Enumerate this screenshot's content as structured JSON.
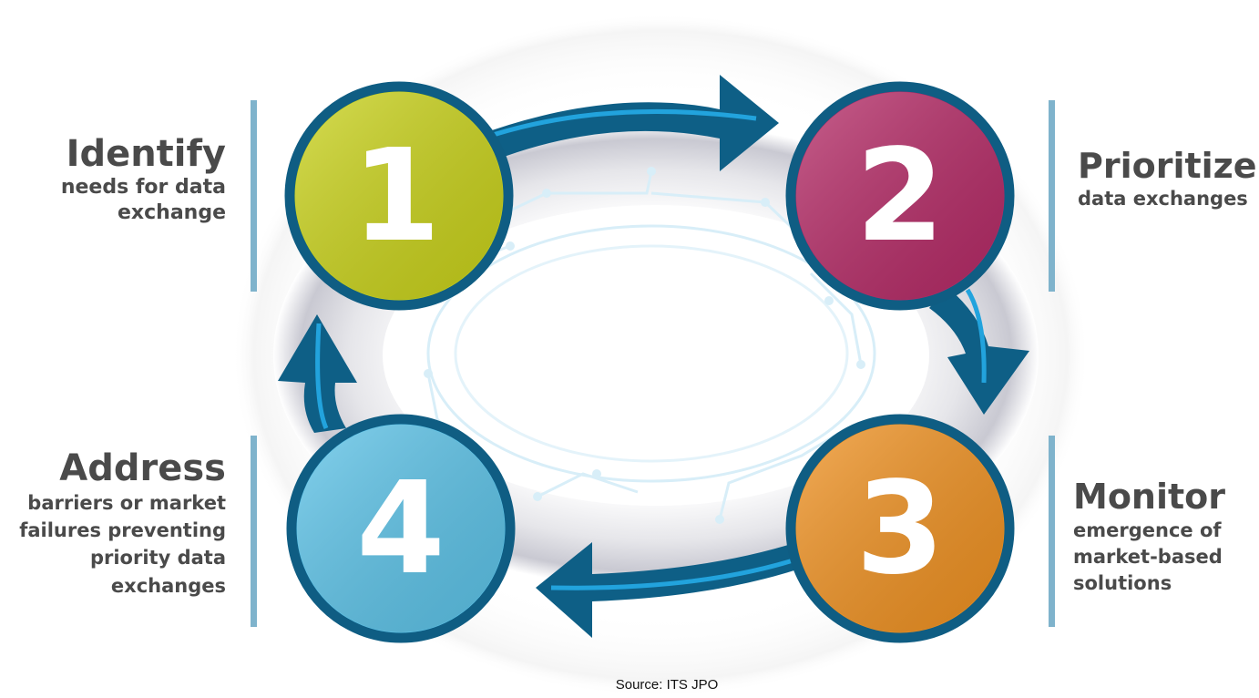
{
  "diagram": {
    "steps": [
      {
        "number": "1",
        "title": "Identify",
        "description": [
          "needs for data",
          "exchange"
        ],
        "color": "#c9d21a"
      },
      {
        "number": "2",
        "title": "Prioritize",
        "description": [
          "data exchanges"
        ],
        "color": "#b52a66"
      },
      {
        "number": "3",
        "title": "Monitor",
        "description": [
          "emergence of",
          "market-based",
          "solutions"
        ],
        "color": "#ef9121"
      },
      {
        "number": "4",
        "title": "Address",
        "description": [
          "barriers or market",
          "failures preventing",
          "priority data",
          "exchanges"
        ],
        "color": "#5cc3e8"
      }
    ],
    "colors": {
      "arrow": "#0e5f86",
      "arrow_highlight": "#22a3dd",
      "circle_border": "#0f5d83",
      "divider": "#7fb3cc",
      "text": "#4a4a4a"
    }
  },
  "source": "Source: ITS JPO"
}
